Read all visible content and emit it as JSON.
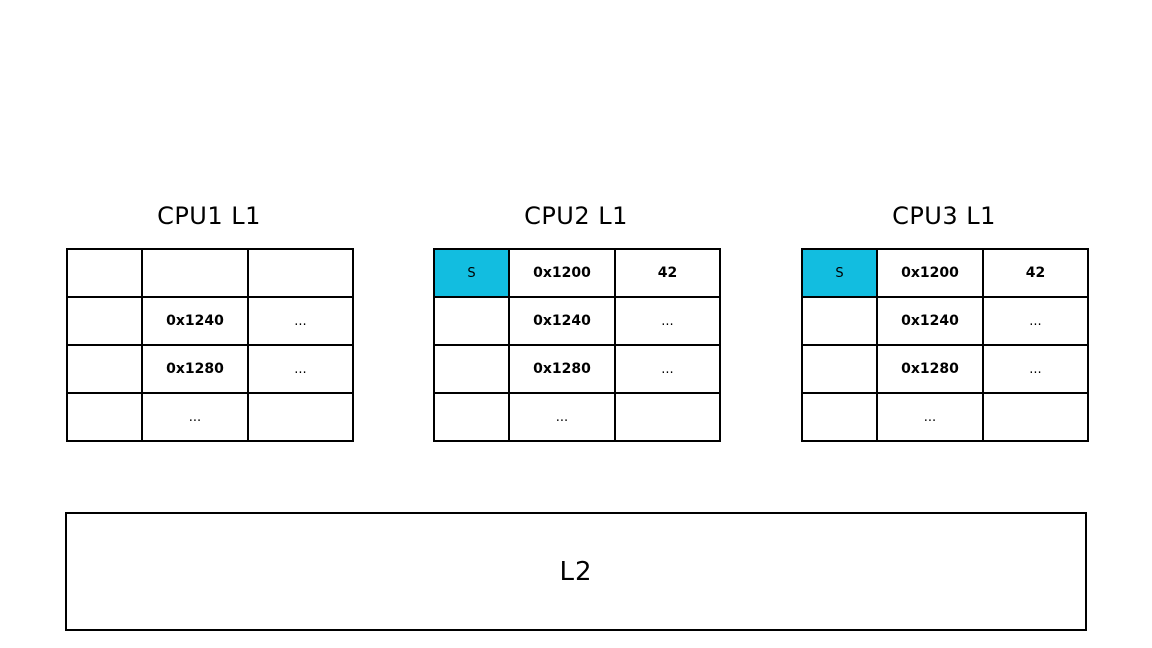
{
  "caches": [
    {
      "title": "CPU1 L1",
      "rows": [
        {
          "state": "",
          "tag": "",
          "data": ""
        },
        {
          "state": "",
          "tag": "0x1240",
          "data": "..."
        },
        {
          "state": "",
          "tag": "0x1280",
          "data": "..."
        },
        {
          "state": "",
          "tag": "...",
          "data": ""
        }
      ]
    },
    {
      "title": "CPU2 L1",
      "rows": [
        {
          "state": "S",
          "tag": "0x1200",
          "data": "42"
        },
        {
          "state": "",
          "tag": "0x1240",
          "data": "..."
        },
        {
          "state": "",
          "tag": "0x1280",
          "data": "..."
        },
        {
          "state": "",
          "tag": "...",
          "data": ""
        }
      ]
    },
    {
      "title": "CPU3 L1",
      "rows": [
        {
          "state": "S",
          "tag": "0x1200",
          "data": "42"
        },
        {
          "state": "",
          "tag": "0x1240",
          "data": "..."
        },
        {
          "state": "",
          "tag": "0x1280",
          "data": "..."
        },
        {
          "state": "",
          "tag": "...",
          "data": ""
        }
      ]
    }
  ],
  "l2": {
    "label": "L2"
  },
  "colors": {
    "shared_state": "#12bde0"
  }
}
